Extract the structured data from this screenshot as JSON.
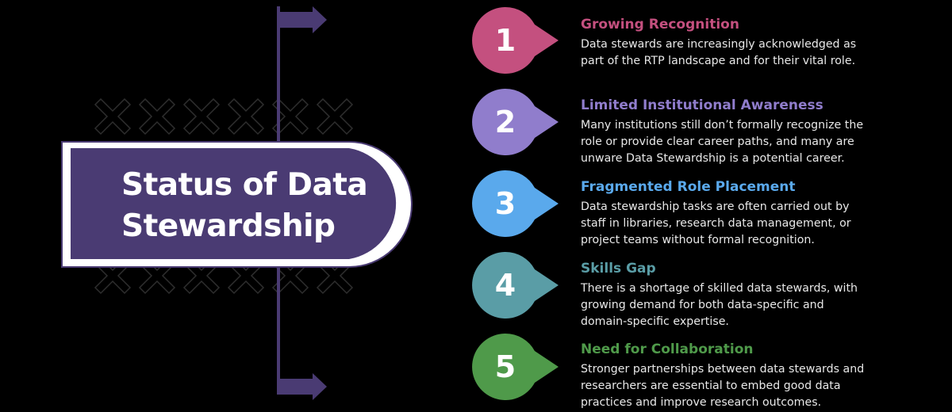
{
  "title": {
    "lines": [
      "Status of Data",
      "Stewardship"
    ]
  },
  "colors": {
    "box_fill": "#4a3b73",
    "box_border": "#ffffff",
    "connector": "#4a3b73",
    "x_pattern": "#2e2e2e"
  },
  "items": [
    {
      "number": "1",
      "title": "Growing Recognition",
      "color": "#c4507f",
      "body": [
        "Data stewards are increasingly acknowledged as",
        "part of the RTP landscape and for their vital role."
      ]
    },
    {
      "number": "2",
      "title": "Limited Institutional Awareness",
      "color": "#907dcc",
      "body": [
        "Many institutions still don’t formally recognize the",
        "role or provide clear career paths, and many are",
        "unware Data Stewardship is a potential career."
      ]
    },
    {
      "number": "3",
      "title": "Fragmented Role Placement",
      "color": "#5aa9ec",
      "body": [
        "Data stewardship tasks are often carried out by",
        "staff in libraries, research data management, or",
        "project teams without formal recognition."
      ]
    },
    {
      "number": "4",
      "title": "Skills Gap",
      "color": "#5a9da6",
      "body": [
        "There is a shortage of skilled data stewards, with",
        "growing demand for both data-specific and",
        "domain-specific expertise."
      ]
    },
    {
      "number": "5",
      "title": "Need for Collaboration",
      "color": "#4f9a4a",
      "body": [
        "Stronger partnerships between data stewards and",
        "researchers are essential to embed good data",
        "practices and improve research outcomes."
      ]
    }
  ]
}
